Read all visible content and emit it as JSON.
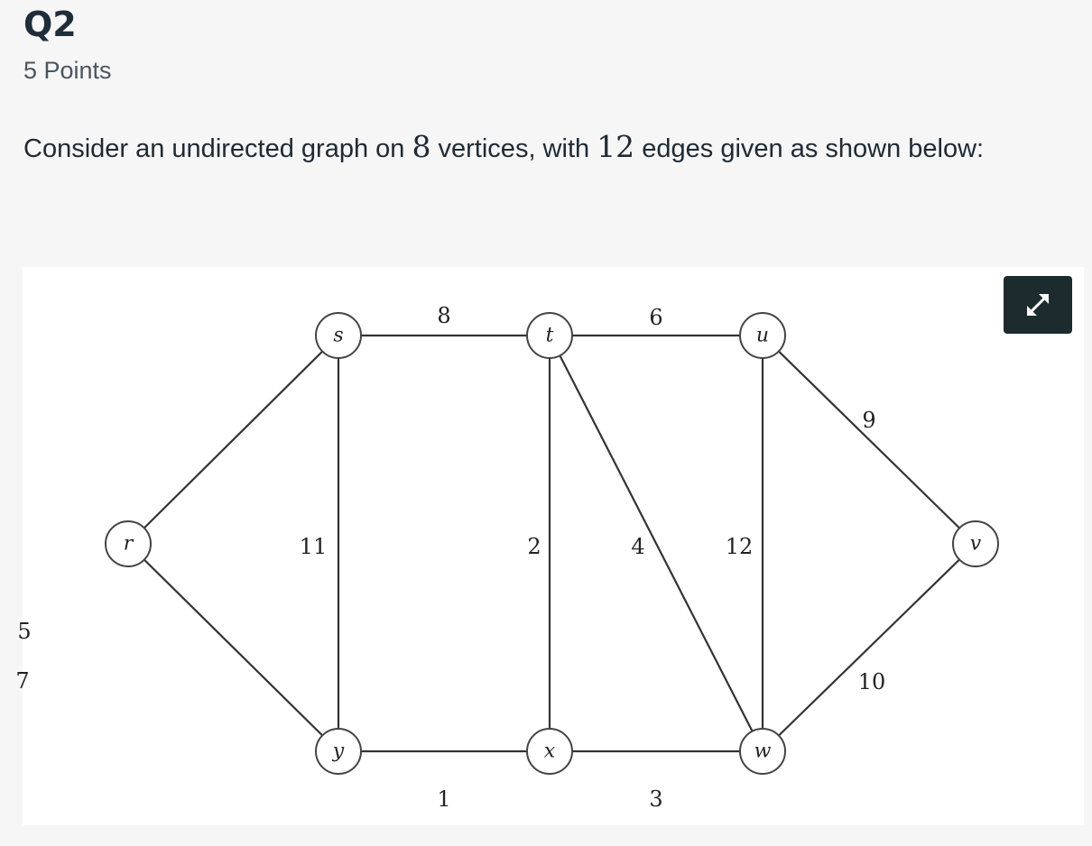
{
  "question": {
    "title": "Q2",
    "points": "5 Points",
    "text_before_vertices": "Consider an undirected graph on ",
    "vertex_count": "8",
    "text_between": " vertices, with ",
    "edge_count": "12",
    "text_after_edges": " edges given as shown below:"
  },
  "figure": {
    "expand_icon": "expand-arrows-icon",
    "expand_button_color": "#1c2b2e",
    "vertices": [
      {
        "id": "r",
        "label": "r"
      },
      {
        "id": "s",
        "label": "s"
      },
      {
        "id": "t",
        "label": "t"
      },
      {
        "id": "u",
        "label": "u"
      },
      {
        "id": "v",
        "label": "v"
      },
      {
        "id": "w",
        "label": "w"
      },
      {
        "id": "x",
        "label": "x"
      },
      {
        "id": "y",
        "label": "y"
      }
    ],
    "edges": [
      {
        "from": "r",
        "to": "s",
        "weight": "5"
      },
      {
        "from": "r",
        "to": "y",
        "weight": "7"
      },
      {
        "from": "s",
        "to": "t",
        "weight": "8"
      },
      {
        "from": "s",
        "to": "y",
        "weight": "11"
      },
      {
        "from": "t",
        "to": "u",
        "weight": "6"
      },
      {
        "from": "t",
        "to": "x",
        "weight": "2"
      },
      {
        "from": "t",
        "to": "w",
        "weight": "4"
      },
      {
        "from": "u",
        "to": "w",
        "weight": "12"
      },
      {
        "from": "u",
        "to": "v",
        "weight": "9"
      },
      {
        "from": "v",
        "to": "w",
        "weight": "10"
      },
      {
        "from": "y",
        "to": "x",
        "weight": "1"
      },
      {
        "from": "x",
        "to": "w",
        "weight": "3"
      }
    ]
  }
}
